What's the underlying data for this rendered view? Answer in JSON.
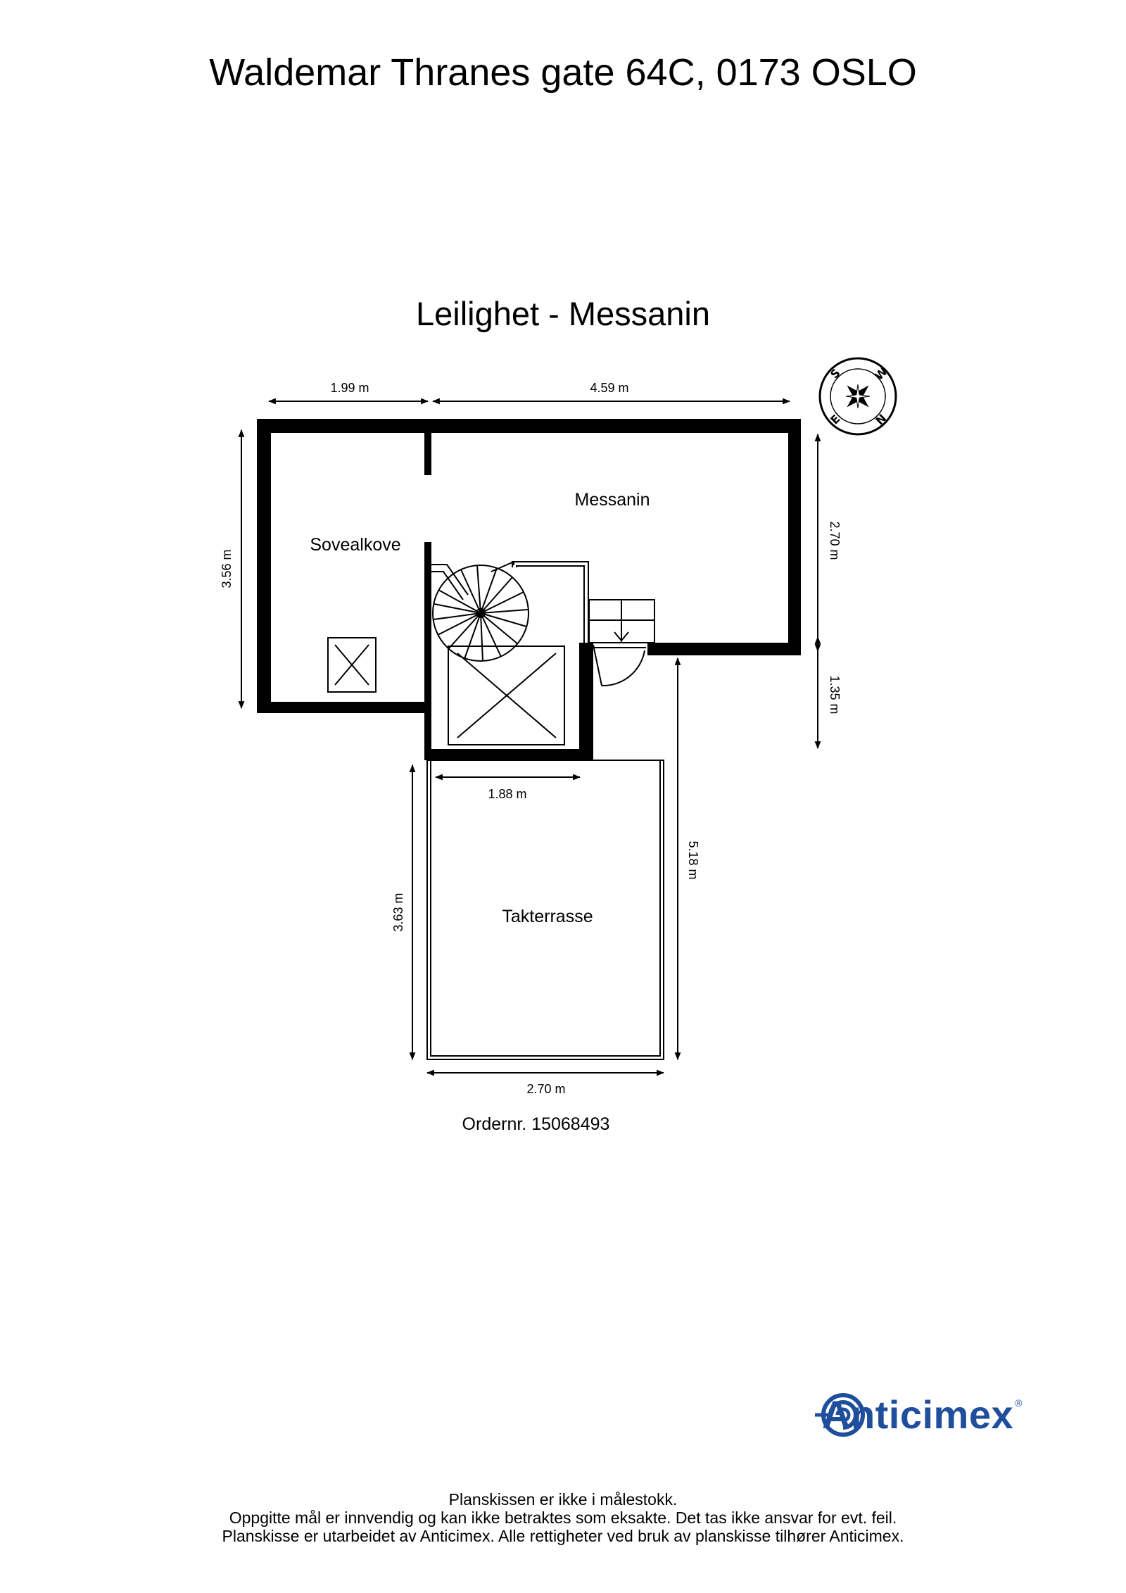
{
  "header": {
    "title": "Waldemar Thranes gate 64C, 0173 OSLO",
    "subtitle": "Leilighet  - Messanin"
  },
  "rooms": {
    "messanin": "Messanin",
    "sovealkove": "Sovealkove",
    "takterrasse": "Takterrasse"
  },
  "dimensions": {
    "top_left": "1.99 m",
    "top_right": "4.59 m",
    "left_height": "3.56 m",
    "right_upper": "2.70 m",
    "right_lower": "1.35 m",
    "stair_width": "1.88 m",
    "terrace_height_left": "3.63 m",
    "terrace_height_right": "5.18 m",
    "terrace_width": "2.70 m"
  },
  "compass": {
    "letters": [
      "N",
      "E",
      "S",
      "W"
    ],
    "icon": "compass-rose-icon"
  },
  "order": "Ordernr. 15068493",
  "brand": {
    "name": "Anticimex",
    "registered": "®",
    "color": "#1f4e9c"
  },
  "disclaimer": {
    "line1": "Planskissen er ikke i målestokk.",
    "line2": "Oppgitte mål er innvendig og kan ikke betraktes som eksakte. Det tas ikke ansvar for evt. feil.",
    "line3": "Planskisse er utarbeidet av Anticimex. Alle rettigheter ved bruk av planskisse tilhører Anticimex."
  }
}
